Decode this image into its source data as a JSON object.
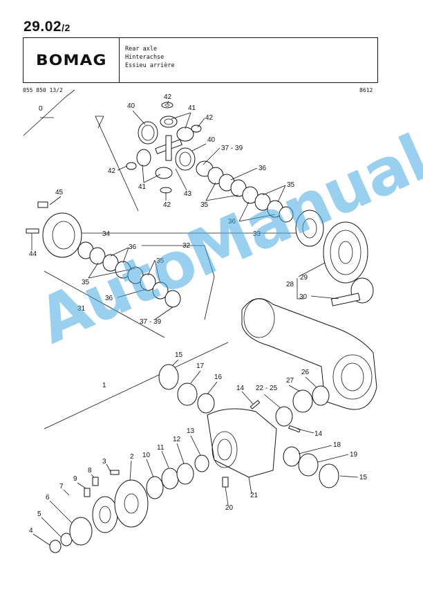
{
  "page": {
    "number": "29.02",
    "sub": "/2"
  },
  "header": {
    "brand": "BOMAG",
    "title_en": "Rear axle",
    "title_de": "Hinterachse",
    "title_fr": "Essieu arrière"
  },
  "part_number": "055 850 13/2",
  "date_code": "8612",
  "watermark": "AutoManual",
  "callouts": {
    "c0": "0",
    "c1": "1",
    "c2": "2",
    "c3": "3",
    "c4": "4",
    "c5": "5",
    "c6": "6",
    "c7": "7",
    "c8": "8",
    "c9": "9",
    "c10": "10",
    "c11": "11",
    "c12": "12",
    "c13": "13",
    "c14a": "14",
    "c14b": "14",
    "c15a": "15",
    "c15b": "15",
    "c16": "16",
    "c17": "17",
    "c18": "18",
    "c19": "19",
    "c20": "20",
    "c21": "21",
    "c22_25": "22 - 25",
    "c26": "26",
    "c27": "27",
    "c28": "28",
    "c29": "29",
    "c30": "30",
    "c31": "31",
    "c32": "32",
    "c33": "33",
    "c34": "34",
    "c35a": "35",
    "c35b": "35",
    "c35c": "35",
    "c35d": "35",
    "c36a": "36",
    "c36b": "36",
    "c36c": "36",
    "c36d": "36",
    "c37_39a": "37 - 39",
    "c37_39b": "37 - 39",
    "c40a": "40",
    "c40b": "40",
    "c41a": "41",
    "c41b": "41",
    "c42a": "42",
    "c42b": "42",
    "c42c": "42",
    "c42d": "42",
    "c43": "43",
    "c44": "44",
    "c45": "45"
  }
}
